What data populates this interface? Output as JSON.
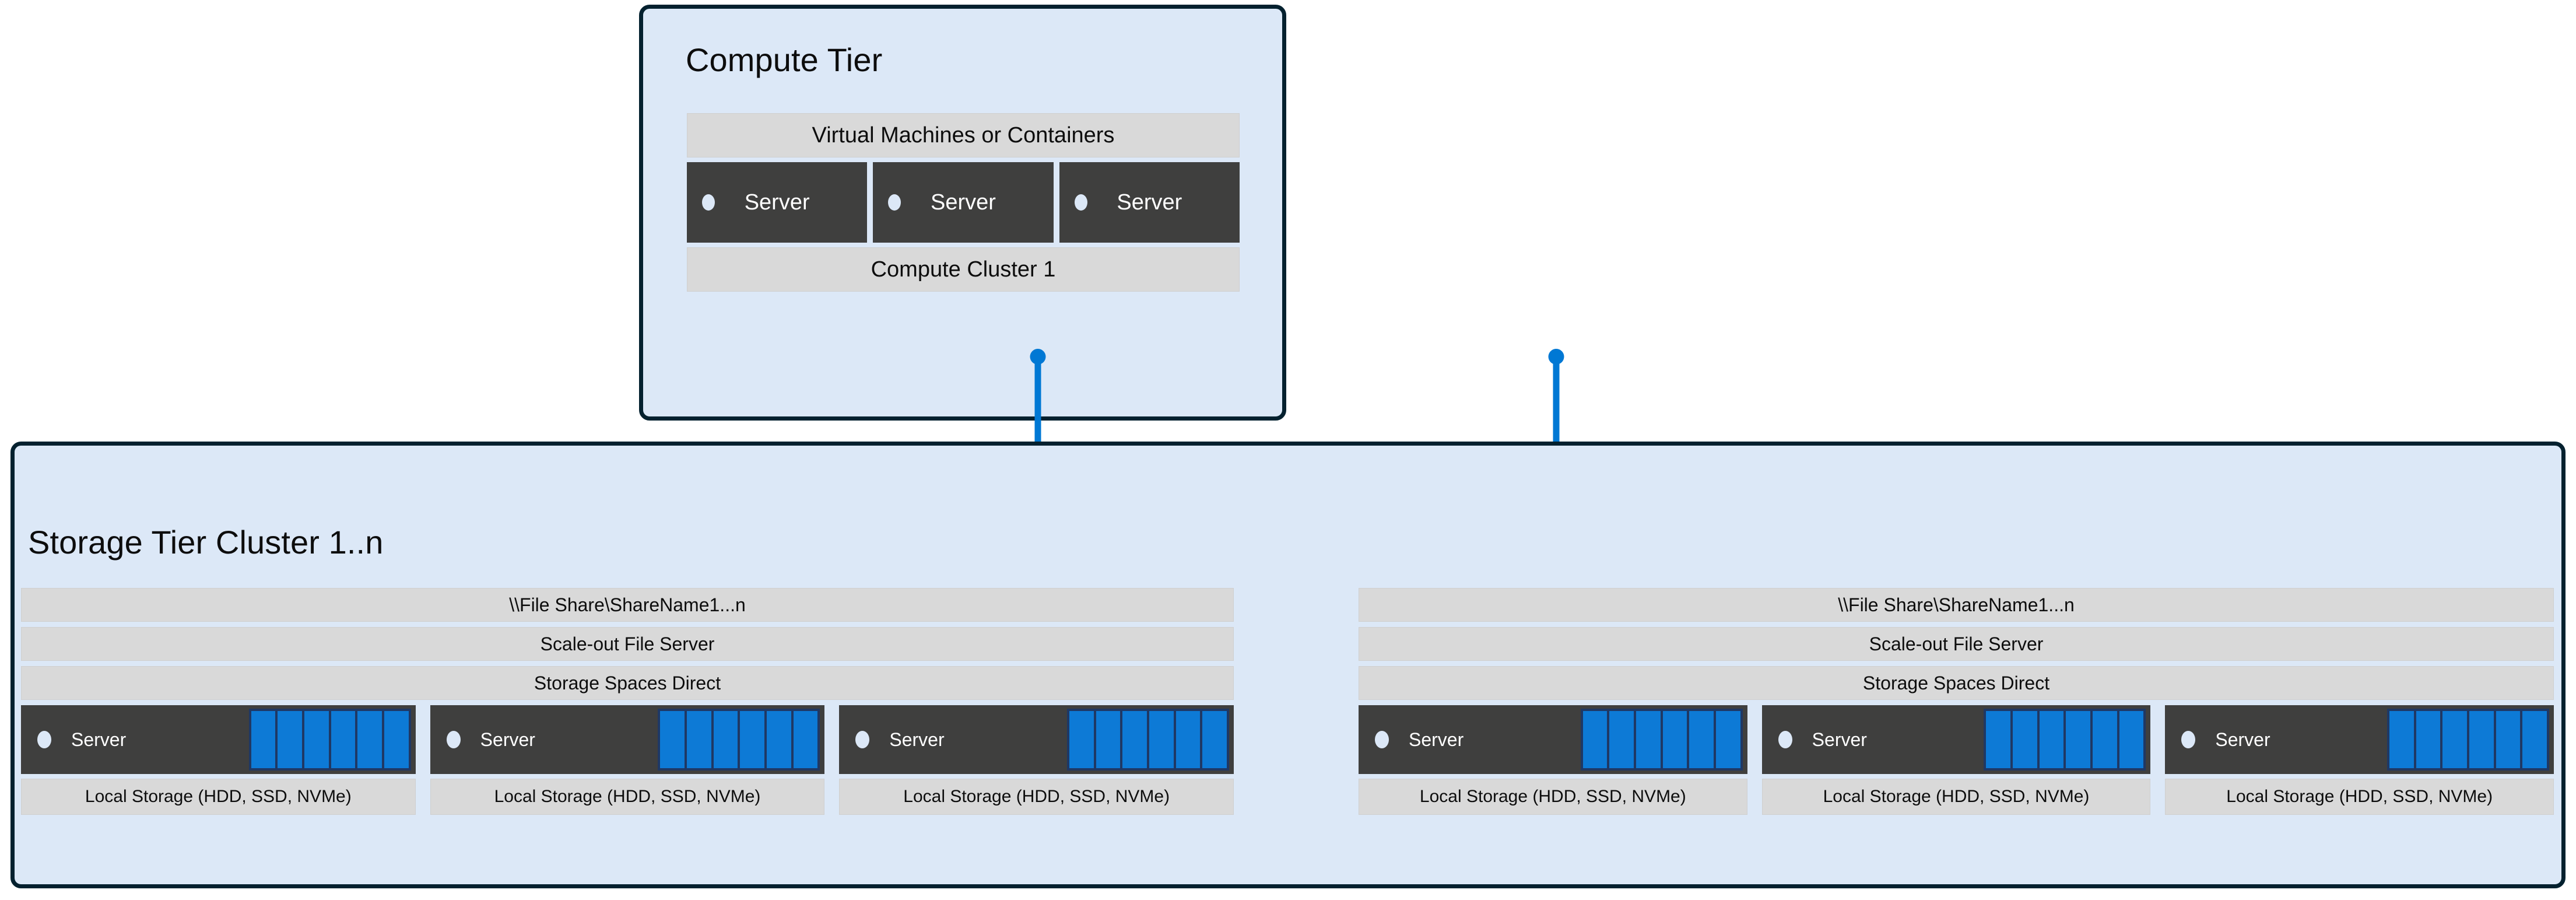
{
  "colors": {
    "panel_fill": "#dce8f7",
    "panel_border": "#04212f",
    "band_fill": "#d9d9d9",
    "server_fill": "#3f3f3e",
    "accent_blue": "#0078d4",
    "disk_blue": "#0d7ad6",
    "disk_bay": "#1f3864",
    "text": "#0d0d0d",
    "server_text": "#ffffff"
  },
  "compute_tier": {
    "title": "Compute Tier",
    "vm_band_label": "Virtual Machines or Containers",
    "cluster_band_label": "Compute Cluster 1",
    "servers": [
      {
        "label": "Server",
        "led": "status-led"
      },
      {
        "label": "Server",
        "led": "status-led"
      },
      {
        "label": "Server",
        "led": "status-led"
      }
    ]
  },
  "connectors": [
    {
      "name": "connector-left",
      "icon": "folder-icon"
    },
    {
      "name": "connector-right",
      "icon": "folder-icon"
    }
  ],
  "storage_tier": {
    "title": "Storage Tier Cluster 1..n",
    "groups": [
      {
        "name": "storage-cluster-1",
        "bands": [
          "\\\\File Share\\ShareName1...n",
          "Scale-out File Server",
          "Storage Spaces Direct"
        ],
        "nodes": [
          {
            "label": "Server",
            "storage_label": "Local Storage (HDD, SSD, NVMe)",
            "disks": 6
          },
          {
            "label": "Server",
            "storage_label": "Local Storage (HDD, SSD, NVMe)",
            "disks": 6
          },
          {
            "label": "Server",
            "storage_label": "Local Storage (HDD, SSD, NVMe)",
            "disks": 6
          }
        ]
      },
      {
        "name": "storage-cluster-2",
        "bands": [
          "\\\\File Share\\ShareName1...n",
          "Scale-out File Server",
          "Storage Spaces Direct"
        ],
        "nodes": [
          {
            "label": "Server",
            "storage_label": "Local Storage (HDD, SSD, NVMe)",
            "disks": 6
          },
          {
            "label": "Server",
            "storage_label": "Local Storage (HDD, SSD, NVMe)",
            "disks": 6
          },
          {
            "label": "Server",
            "storage_label": "Local Storage (HDD, SSD, NVMe)",
            "disks": 6
          }
        ]
      }
    ]
  }
}
